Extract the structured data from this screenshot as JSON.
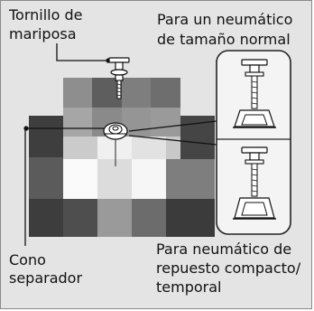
{
  "labels": {
    "wing_bolt_line1": "Tornillo de",
    "wing_bolt_line2": "mariposa",
    "normal_tire_line1": "Para un neumático",
    "normal_tire_line2": "de tamaño normal",
    "spacer_cone_line1": "Cono",
    "spacer_cone_line2": "separador",
    "compact_spare_line1": "Para neumático de",
    "compact_spare_line2": "repuesto compacto/",
    "compact_spare_line3": "temporal"
  },
  "colors": {
    "panel_background": "#e4e4e4",
    "panel_border": "#8a8a8a",
    "leader_line": "#111111",
    "inset_border": "#222222"
  },
  "icons": {
    "wing_bolt": "wing-bolt-icon",
    "spacer_cone": "spacer-cone-icon",
    "normal_tire_assembly": "bolt-with-spacer-icon",
    "compact_spare_assembly": "bolt-with-inverted-spacer-icon"
  }
}
